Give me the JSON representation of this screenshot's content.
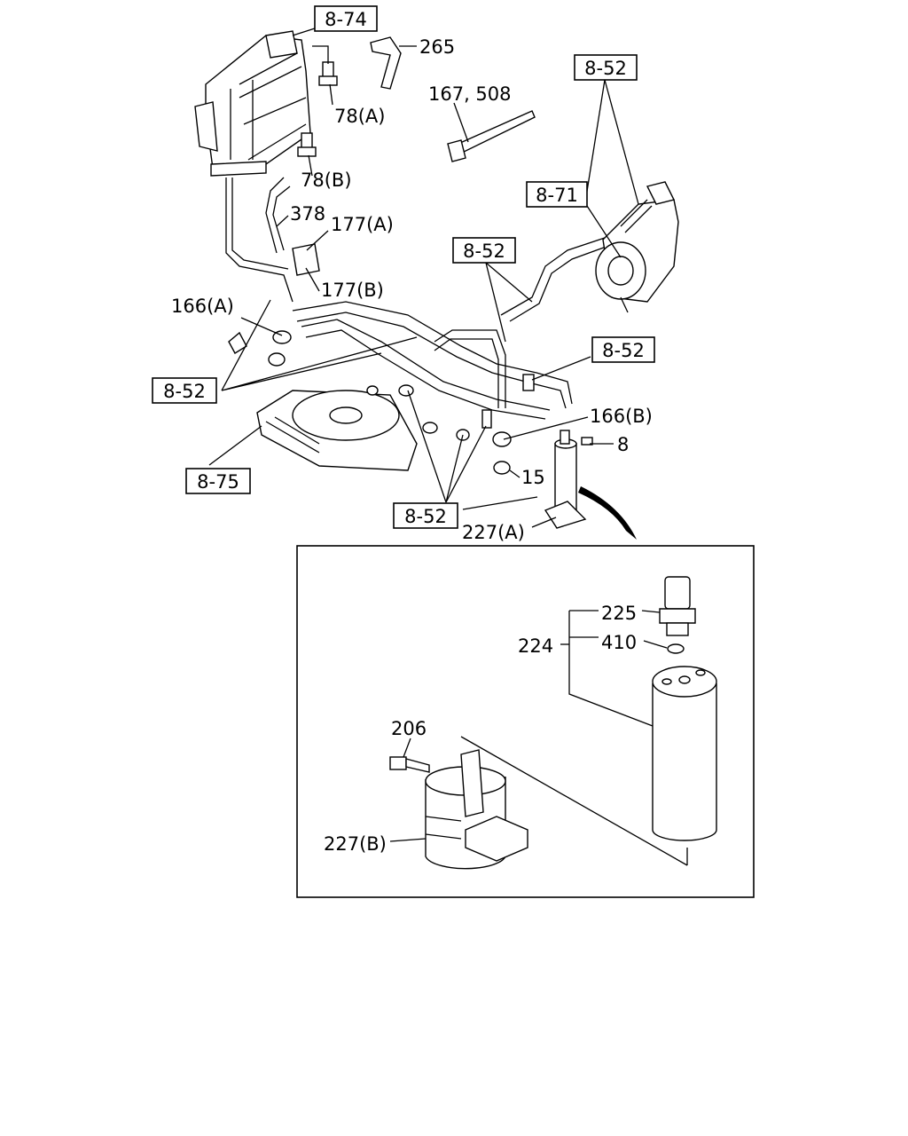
{
  "refs": {
    "r874": "8-74",
    "r852_top": "8-52",
    "r871": "8-71",
    "r852_mid": "8-52",
    "r852_right": "8-52",
    "r852_left": "8-52",
    "r875": "8-75",
    "r852_bottom": "8-52"
  },
  "parts": {
    "p265": "265",
    "p167": "167, 508",
    "p78a": "78(A)",
    "p78b": "78(B)",
    "p378": "378",
    "p177a": "177(A)",
    "p177b": "177(B)",
    "p166a": "166(A)",
    "p166b": "166(B)",
    "p8": "8",
    "p15": "15",
    "p227a": "227(A)",
    "p225": "225",
    "p224": "224",
    "p410": "410",
    "p206": "206",
    "p227b": "227(B)"
  }
}
